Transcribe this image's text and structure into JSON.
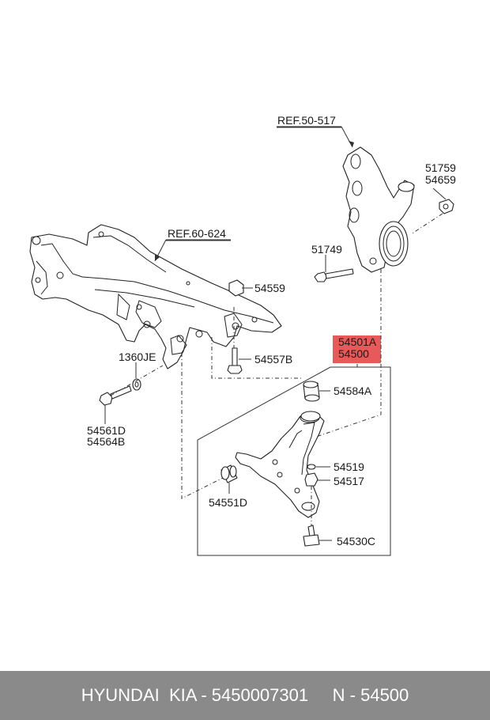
{
  "callouts": {
    "ref_knuckle": "REF.50-517",
    "ref_subframe": "REF.60-624",
    "part_51759": "51759",
    "part_54659": "54659",
    "part_51749": "51749",
    "part_54559": "54559",
    "part_54501A": "54501A",
    "part_54500": "54500",
    "part_54557B": "54557B",
    "part_1360JE": "1360JE",
    "part_54584A": "54584A",
    "part_54561D": "54561D",
    "part_54564B": "54564B",
    "part_54519": "54519",
    "part_54517": "54517",
    "part_54551D": "54551D",
    "part_54530C": "54530C"
  },
  "highlight_color": "#e85a5a",
  "footer": {
    "text": "HYUNDAI  KIA - 5450007301     N - 54500"
  }
}
